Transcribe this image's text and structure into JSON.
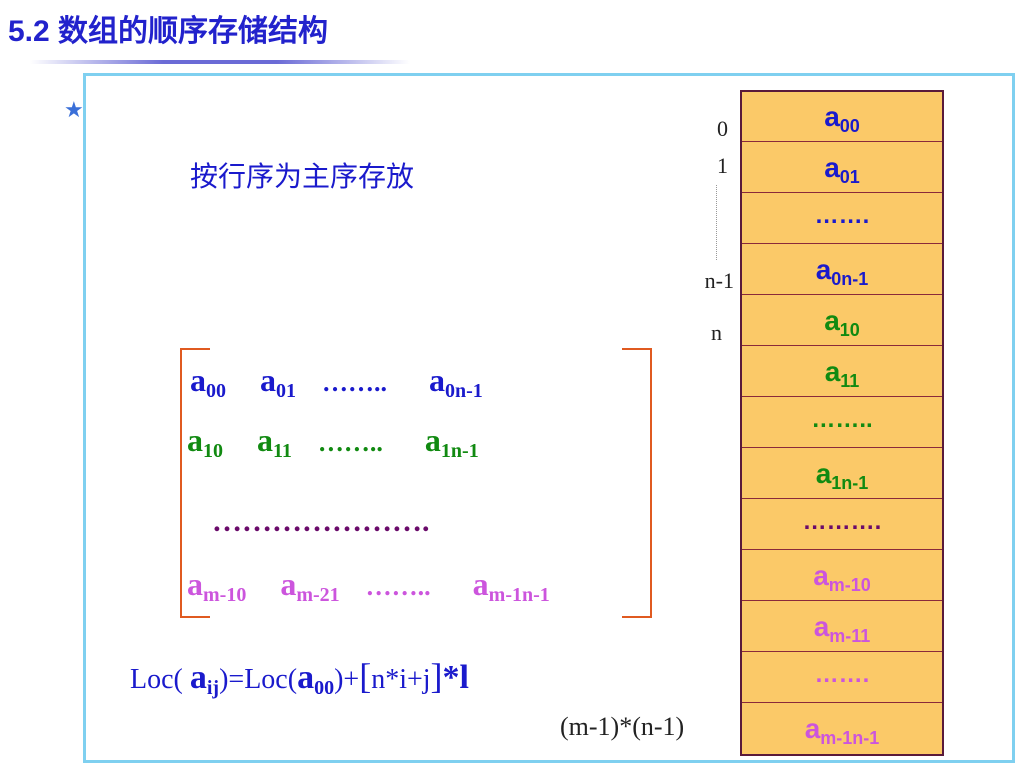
{
  "slide": {
    "title": "5.2 数组的顺序存储结构",
    "bullet": "★",
    "caption": "按行序为主序存放",
    "colors": {
      "title": "#2222cc",
      "frame": "#7fd0f0",
      "bracket": "#e05a20",
      "memory_fill": "#fbc968",
      "row0": "#1a1acc",
      "row1": "#118a11",
      "middle": "#6a0a6a",
      "last_row": "#cc55dd"
    }
  },
  "matrix": {
    "rows": [
      {
        "cells": [
          {
            "base": "a",
            "sub": "00"
          },
          {
            "base": "a",
            "sub": "01"
          },
          {
            "dots": "……..",
            "base": "a",
            "sub": "0n-1"
          }
        ]
      },
      {
        "cells": [
          {
            "base": "a",
            "sub": "10"
          },
          {
            "base": "a",
            "sub": "11"
          },
          {
            "dots": "……..",
            "base": "a",
            "sub": "1n-1"
          }
        ]
      },
      {
        "middle": "………………….",
        "cells": []
      },
      {
        "cells": [
          {
            "base": "a",
            "sub": "m-10"
          },
          {
            "base": "a",
            "sub": "m-21"
          },
          {
            "dots": "……..",
            "base": "a",
            "sub": "m-1n-1"
          }
        ]
      }
    ],
    "middle_dots": "…………………."
  },
  "formula": {
    "p1": "Loc( ",
    "a1": "a",
    "s1": "ij",
    "p2": ")=Loc(",
    "a2": "a",
    "s2": "00",
    "p3": ")+",
    "lb": "[",
    "p4": "n*i+j",
    "rb": "]",
    "p5": "*l"
  },
  "count_label": "(m-1)*(n-1)",
  "memory": {
    "indices": [
      "0",
      "1",
      "n-1",
      "n"
    ],
    "cells": [
      {
        "base": "a",
        "sub": "00"
      },
      {
        "base": "a",
        "sub": "01"
      },
      {
        "text": "……."
      },
      {
        "base": "a",
        "sub": "0n-1"
      },
      {
        "base": "a",
        "sub": "10"
      },
      {
        "base": "a",
        "sub": "11"
      },
      {
        "text": "…….."
      },
      {
        "base": "a",
        "sub": "1n-1"
      },
      {
        "text": "………."
      },
      {
        "base": "a",
        "sub": "m-10"
      },
      {
        "base": "a",
        "sub": "m-11"
      },
      {
        "text": "……."
      },
      {
        "base": "a",
        "sub": "m-1n-1"
      }
    ]
  }
}
